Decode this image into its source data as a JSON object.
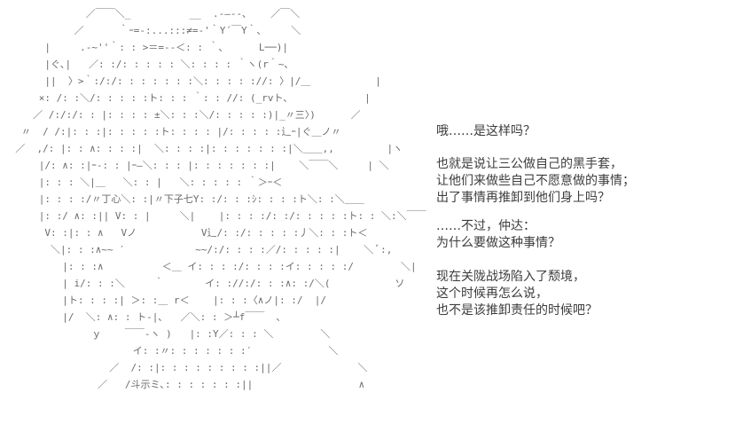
{
  "page": {
    "background_color": "#ffffff",
    "art_color": "#6b6b6b",
    "text_color": "#3c3c3c"
  },
  "ascii_art": {
    "description": "2ch-style ASCII-art portrait of a long-haired character (AA story panel)",
    "lines": [
      "              ／￣￣＼_          __  .-―‐-､    ／￣＼",
      "            ／      ｀ｰ=‐:...:::≠=-'｀Y´￣Y｀､     ＼",
      "       |     .-~''｀: : >＝=--＜: : ｀､      L──)|",
      "       |ぐ､|   ／: :/: : : : : ＼: : : : ｀ヽ(r｀~､",
      "       ||  〉>｀:/:/: : : : : : :＼: : : : ://: 〉|/＿           |",
      "      ×: /: :＼/: : : : :ト: : : ｀: : //: (_rvト､             |",
      "     ／ /:/:/: : |: : : : ±＼: : :＼/: : : : :)|_〃三〉)      ／",
      "   〃  / /:|: : :|: : : : :ト: : : : |/: : : : :辶ｰ|ぐ＿ノ〃",
      "  ／  ,/: |: : ∧: : : :|  ＼: : : :|: : : : : : :|＼＿＿,,         |ヽ",
      "      |/: ∧: :|ｰ-: : |ｰ―＼: : : |: : : : : : :|    ＼￣￣＼     | ＼",
      "      |: : : ＼|＿   ＼: : |   ＼: : : : : ｀＞ｰ＜",
      "      |: : : :/〃丁心＼: :|〃下子七Y: :/: : :ｼ: : : :ト＼: :＼＿＿",
      "      |: :/ ∧: :|| V: : |     ＼|    |: : : :/: :/: : : : :ト: : ＼:＼￣￣",
      "       V: :|: : ∧   Vノ           V辶/: :/: : : : :丿＼: : :ト＜",
      "        ＼|: : :∧~~ ′            ~~/:/: : : :／/: : : : :|    ＼ ﾞ:,",
      "          |: : :∧          ＜＿ イ: : : :/: : : :イ: : : : :/        ＼|",
      "          | i/: : :＼     ｀       イ: ://:/: : :∧: :/＼(           ソ",
      "          |ト: : : :| ＞: :＿ r＜    |: : :〈∧ノ|: :/  |/",
      "          |/  ＼: ∧: : ト-|､   ／＼: : ＞┴f￣￣  ､",
      "               ｙ    ￣￣-ヽ )   |: :Y／: : : ＼        ＼",
      "                      イ: :〃: : : : : : :′             ＼",
      "                  ／  /: :|: : : : : : : : :||／             ＼",
      "                ／   /斗示ミ､: : : : : : :||                  ∧"
    ]
  },
  "dialogue": {
    "block1": {
      "line1": "哦……是这样吗？"
    },
    "block2": {
      "line1": "也就是说让三公做自己的黑手套，",
      "line2": "让他们来做些自己不愿意做的事情；",
      "line3": "出了事情再推卸到他们身上吗？"
    },
    "block3": {
      "line1": "……不过，仲达：",
      "line2": "为什么要做这种事情？"
    },
    "block4": {
      "line1": "现在关陇战场陷入了颓境，",
      "line2": "这个时候再怎么说，",
      "line3": "也不是该推卸责任的时候吧？"
    }
  }
}
